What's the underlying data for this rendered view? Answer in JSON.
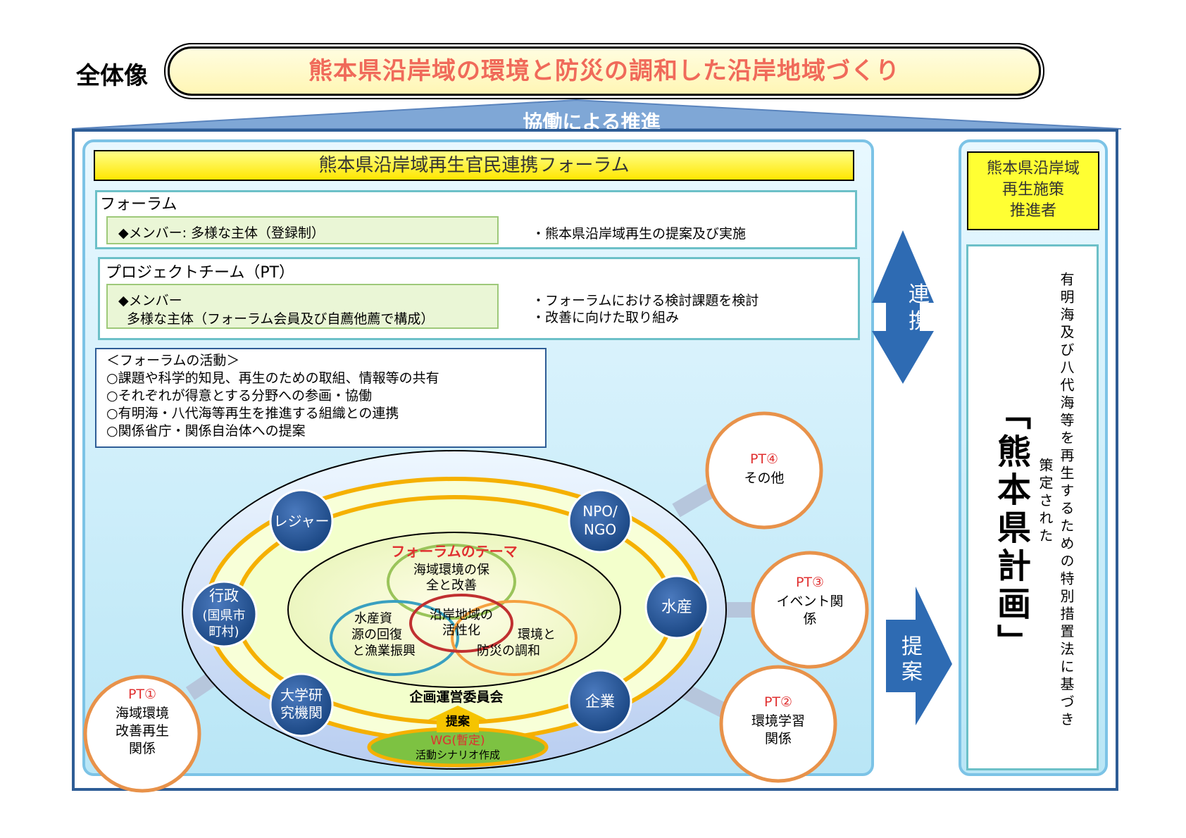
{
  "header": {
    "label": "全体像",
    "title": "熊本県沿岸域の環境と防災の調和した沿岸地域づくり"
  },
  "roof_label": "協働による推進",
  "forum_title": "熊本県沿岸域再生官民連携フォーラム",
  "forum_box": {
    "heading": "フォーラム",
    "member": "◆メンバー: 多様な主体（登録制）",
    "role": "・熊本県沿岸域再生の提案及び実施"
  },
  "pt_box": {
    "heading": "プロジェクトチーム（PT）",
    "member_line1": "◆メンバー",
    "member_line2": "多様な主体（フォーラム会員及び自薦他薦で構成）",
    "role_line1": "・フォーラムにおける検討課題を検討",
    "role_line2": "・改善に向けた取り組み"
  },
  "activities": {
    "heading": "＜フォーラムの活動＞",
    "items": [
      "○課題や科学的知見、再生のための取組、情報等の共有",
      "○それぞれが得意とする分野への参画・協働",
      "○有明海・八代海等再生を推進する組織との連携",
      "○関係省庁・関係自治体への提案"
    ]
  },
  "members": {
    "leisure": "レジャー",
    "npo_1": "NPO/",
    "npo_2": "NGO",
    "gov_1": "行政",
    "gov_2": "(国県市",
    "gov_3": "町村)",
    "fishery": "水産",
    "univ_1": "大学研",
    "univ_2": "究機関",
    "company": "企業"
  },
  "theme": {
    "title": "フォーラムのテーマ",
    "marine_1": "海域環境の保",
    "marine_2": "全と改善",
    "resource_1": "水産資",
    "resource_2": "源の回復",
    "resource_3": "と漁業振興",
    "region_1": "沿岸地域の",
    "region_2": "活性化",
    "disaster_1": "環境と",
    "disaster_2": "防災の調和"
  },
  "committee": "企画運営委員会",
  "proposal_small": "提案",
  "wg": {
    "label": "WG(暫定)",
    "sub": "活動シナリオ作成"
  },
  "pts": {
    "pt1": {
      "id": "PT①",
      "l1": "海域環境",
      "l2": "改善再生",
      "l3": "関係"
    },
    "pt2": {
      "id": "PT②",
      "l1": "環境学習",
      "l2": "関係"
    },
    "pt3": {
      "id": "PT③",
      "l1": "イベント関",
      "l2": "係"
    },
    "pt4": {
      "id": "PT④",
      "l1": "その他"
    }
  },
  "arrows": {
    "renkei": [
      "連",
      "携"
    ],
    "teian": [
      "提",
      "案"
    ]
  },
  "right": {
    "header": [
      "熊本県沿岸域",
      "再生施策",
      "推進者"
    ],
    "law": "有明海及び八代海等を再生するための特別措置法に基づき",
    "established": "策定された",
    "plan": "「熊本県計画」"
  },
  "colors": {
    "accent_red": "#e8463a",
    "frame_blue": "#2e5d96",
    "sky": "#c9ecf8",
    "yellow": "#ffff33",
    "orange": "#f5a623",
    "pt_border": "#e8924a",
    "navy_circle": "#1f4f8f",
    "arrow_blue": "#2e6bb3"
  }
}
